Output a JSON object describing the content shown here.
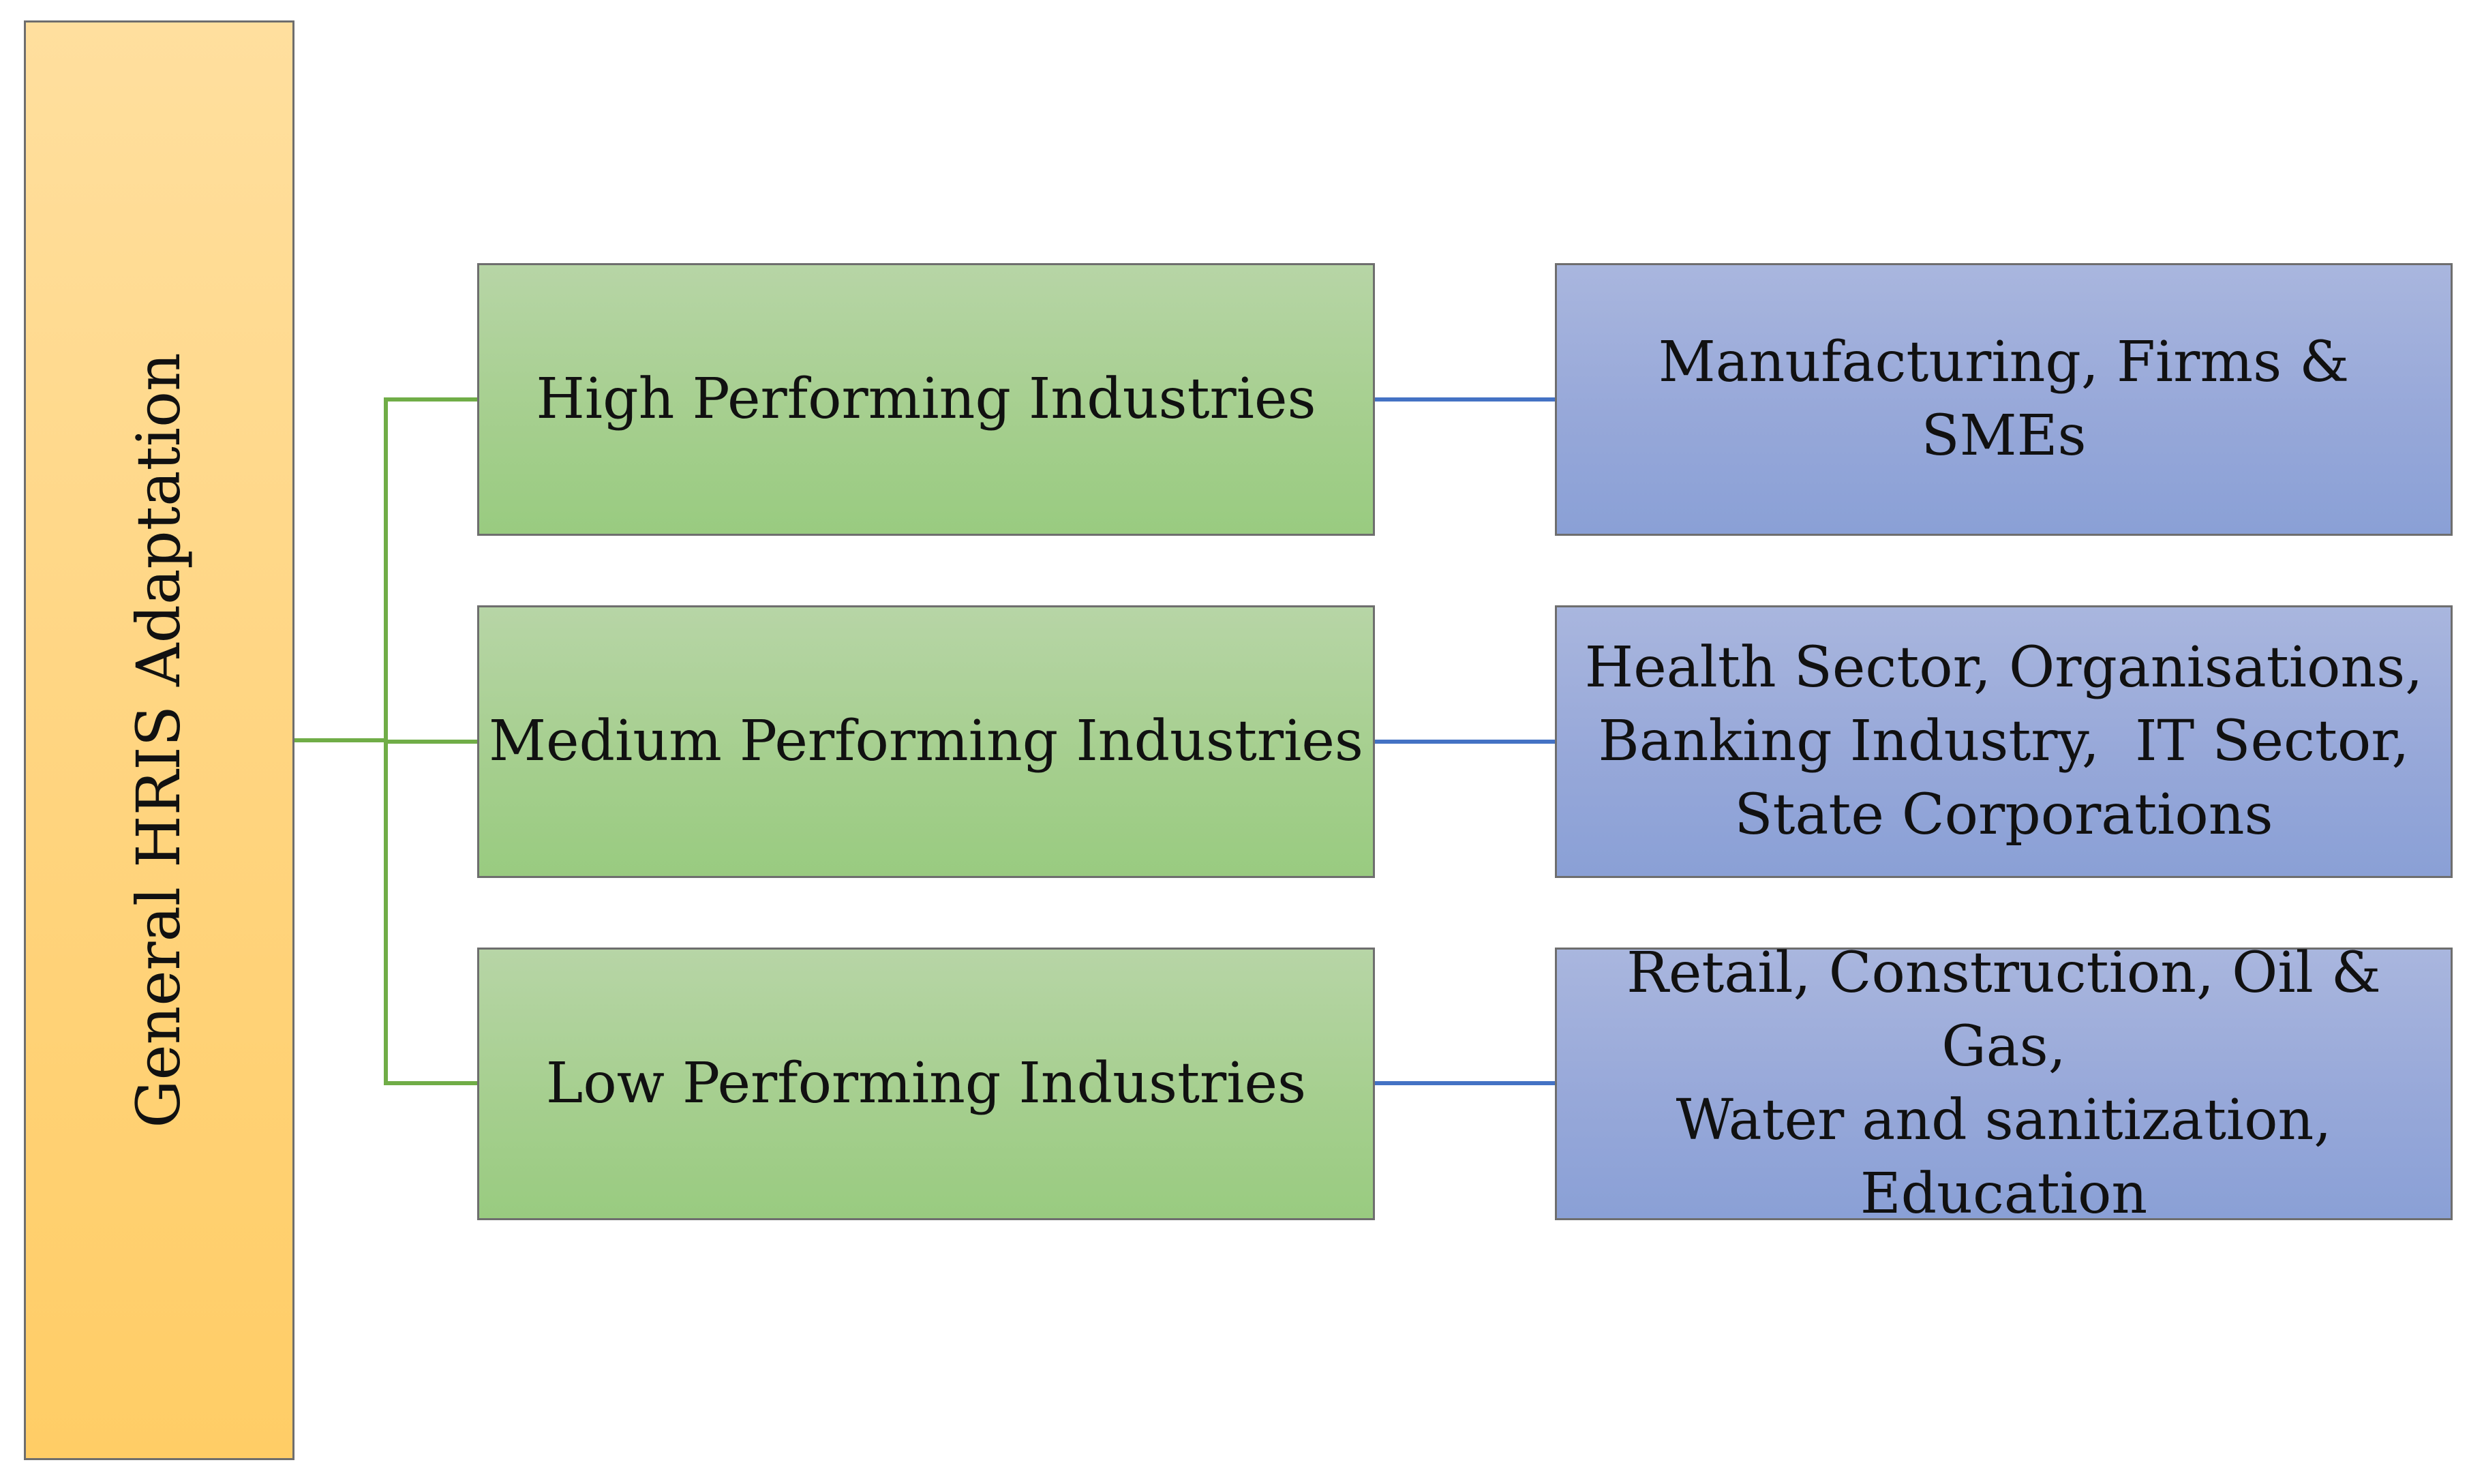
{
  "root": {
    "label": "General HRIS Adaptation"
  },
  "categories": [
    {
      "label": "High Performing Industries"
    },
    {
      "label": "Medium Performing Industries"
    },
    {
      "label": "Low Performing Industries"
    }
  ],
  "examples": [
    {
      "lines": [
        "Manufacturing, Firms & SMEs"
      ]
    },
    {
      "lines": [
        "Health Sector, Organisations,",
        "Banking Industry,  IT Sector,",
        "State Corporations"
      ]
    },
    {
      "lines": [
        "Retail, Construction, Oil & Gas,",
        "Water and sanitization,",
        "Education"
      ]
    }
  ],
  "colors": {
    "root_fill": "#ffd47e",
    "category_fill": "#a6cf8f",
    "example_fill": "#97a8d9",
    "green_connector": "#70ad47",
    "blue_connector": "#4472c4",
    "border": "#6e6e6e"
  }
}
